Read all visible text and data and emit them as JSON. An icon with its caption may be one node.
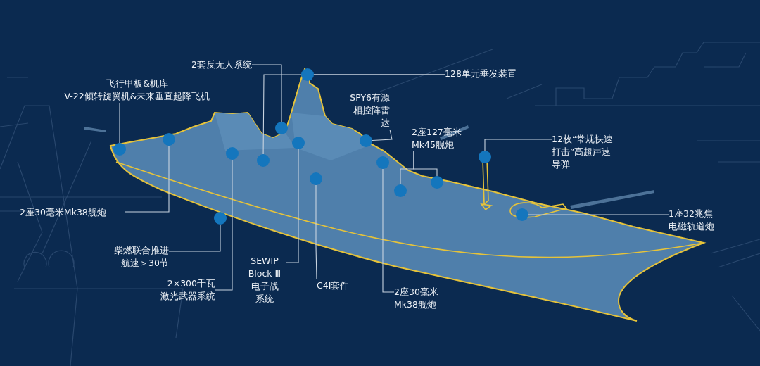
{
  "diagram": {
    "nodes": [
      {
        "text": [
          "飞行甲板&机库",
          "V-22倾转旋翼机&未来垂直起降飞机"
        ]
      },
      {
        "text": [
          "2套反无人系统"
        ]
      },
      {
        "text": [
          "128单元垂发装置"
        ]
      },
      {
        "text": [
          "SPY6有源相控阵雷达"
        ]
      },
      {
        "text": [
          "2座127毫米Mk45舰炮"
        ]
      },
      {
        "text": [
          "12枚“常规快速打击”高超声速导弹"
        ]
      },
      {
        "text": [
          "1座32兆焦电磁轨道炮"
        ]
      },
      {
        "text": [
          "2座30毫米Mk38舰炮"
        ]
      },
      {
        "text": [
          "柴燃联合推进",
          "航速＞30节"
        ]
      },
      {
        "text": [
          "2×300千瓦激光武器系统"
        ]
      },
      {
        "text": [
          "SEWIP Block Ⅲ",
          "电子战系统"
        ]
      },
      {
        "text": [
          "C4I套件"
        ]
      },
      {
        "text": [
          "2座30毫米Mk38舰炮"
        ]
      },
      {
        "text": [],
        "shape": "circle"
      },
      {
        "text": [],
        "shape": "circle"
      },
      {
        "text": [],
        "shape": "circle"
      },
      {
        "text": [],
        "shape": "circle"
      },
      {
        "text": [],
        "shape": "circle"
      },
      {
        "text": [],
        "shape": "circle"
      },
      {
        "text": [],
        "shape": "circle"
      },
      {
        "text": [],
        "shape": "circle"
      },
      {
        "text": [],
        "shape": "circle"
      },
      {
        "text": [],
        "shape": "circle"
      },
      {
        "text": [],
        "shape": "circle"
      },
      {
        "text": [],
        "shape": "circle"
      },
      {
        "text": [],
        "shape": "circle"
      },
      {
        "text": [],
        "shape": "circle"
      },
      {
        "text": [],
        "shape": "circle"
      }
    ],
    "edges": [
      {
        "from": 0,
        "to": 13,
        "arrow": "none"
      },
      {
        "from": 1,
        "to": 18,
        "arrow": "none"
      },
      {
        "from": 2,
        "to": 20,
        "arrow": "none"
      },
      {
        "from": 2,
        "to": 17,
        "arrow": "none"
      },
      {
        "from": 3,
        "to": 22,
        "arrow": "none"
      },
      {
        "from": 4,
        "to": 24,
        "arrow": "none"
      },
      {
        "from": 4,
        "to": 25,
        "arrow": "none"
      },
      {
        "from": 5,
        "to": 26,
        "arrow": "none"
      },
      {
        "from": 6,
        "to": 27,
        "arrow": "none"
      },
      {
        "from": 7,
        "to": 14,
        "arrow": "none"
      },
      {
        "from": 8,
        "to": 15,
        "arrow": "none"
      },
      {
        "from": 9,
        "to": 16,
        "arrow": "none"
      },
      {
        "from": 10,
        "to": 19,
        "arrow": "none"
      },
      {
        "from": 11,
        "to": 21,
        "arrow": "none"
      },
      {
        "from": 12,
        "to": 23,
        "arrow": "none"
      }
    ]
  }
}
